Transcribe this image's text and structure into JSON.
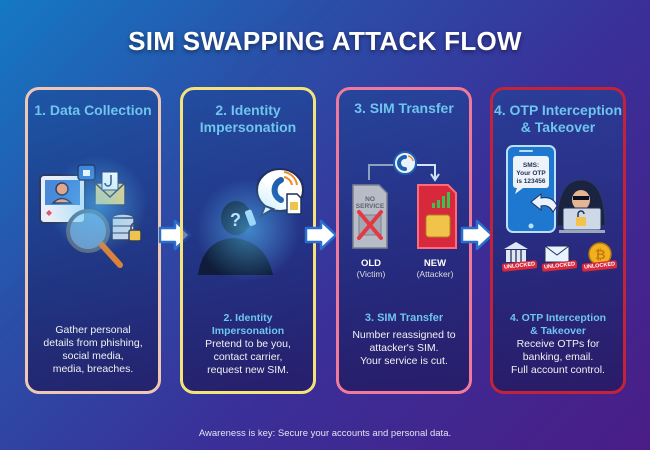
{
  "title": "SIM SWAPPING ATTACK FLOW",
  "colors": {
    "card1_border": "#f0c7b4",
    "card2_border": "#f3e37a",
    "card3_border": "#f07a9c",
    "card4_border": "#c2233a",
    "heading": "#6ec5ee"
  },
  "steps": [
    {
      "heading": "1. Data Collection",
      "icons": [
        "profile-card-icon",
        "thumbs-up-icon",
        "phishing-envelope-icon",
        "magnifier-icon",
        "database-lock-icon"
      ],
      "desc": [
        "Gather personal",
        "details from phishing,",
        "social media,",
        "media, breaches."
      ]
    },
    {
      "heading_line1": "2. Identity",
      "heading_line2": "Impersonation",
      "icons": [
        "caller-silhouette-icon",
        "phone-call-bubble-icon",
        "sim-card-icon"
      ],
      "sub_line1": "2. Identity",
      "sub_line2": "Impersonation",
      "desc": [
        "Pretend to be you,",
        "contact carrier,",
        "request new SIM."
      ]
    },
    {
      "heading": "3. SIM Transfer",
      "old_sim_text_1": "NO",
      "old_sim_text_2": "SERVICE",
      "old_label": "OLD",
      "old_sub": "(Victim)",
      "new_label": "NEW",
      "new_sub": "(Attacker)",
      "sub": "3. SIM Transfer",
      "desc": [
        "Number reassigned to",
        "attacker's SIM.",
        "Your service is cut."
      ]
    },
    {
      "heading_line1": "4. OTP Interception",
      "heading_line2": "& Takeover",
      "sms_lines": [
        "SMS:",
        "Your OTP",
        "is 123456"
      ],
      "badges": [
        "UNLOCKED",
        "UNLOCKED",
        "UNLOCKED"
      ],
      "sub_line1": "4. OTP Interception",
      "sub_line2": "& Takeover",
      "desc": [
        "Receive OTPs for",
        "banking, email.",
        "Full account control."
      ]
    }
  ],
  "footer": "Awareness is key: Secure your accounts and personal data."
}
